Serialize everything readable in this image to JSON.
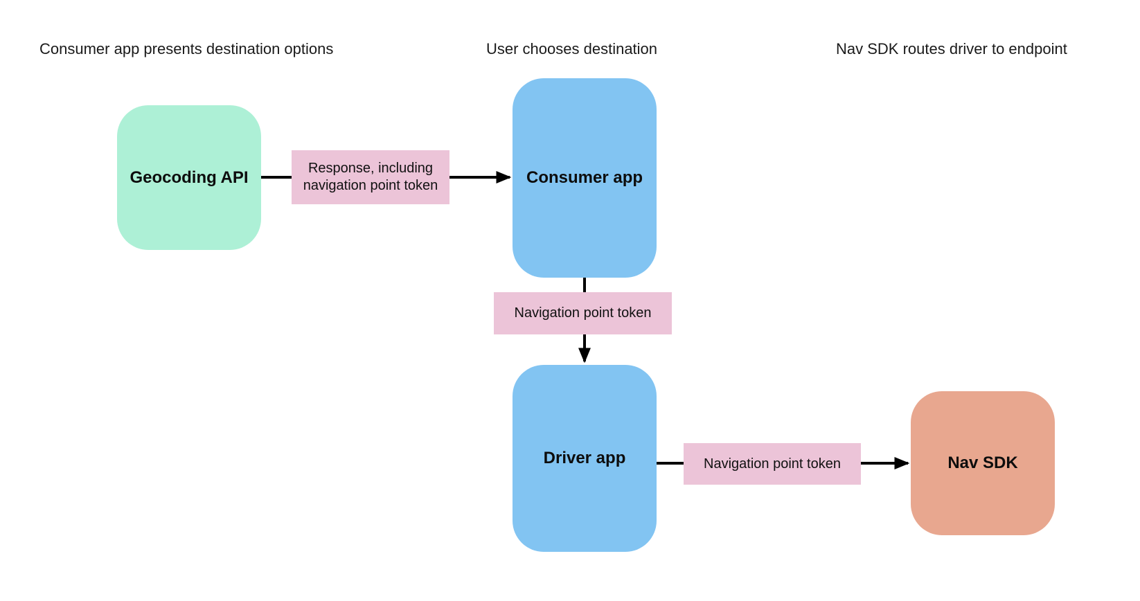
{
  "diagram": {
    "headers": [
      {
        "label": "Consumer app presents destination options"
      },
      {
        "label": "User chooses destination"
      },
      {
        "label": "Nav SDK routes driver to endpoint"
      }
    ],
    "nodes": [
      {
        "id": "geocoding-api",
        "label": "Geocoding API",
        "color": "#adf0d6"
      },
      {
        "id": "consumer-app",
        "label": "Consumer app",
        "color": "#82c4f2"
      },
      {
        "id": "driver-app",
        "label": "Driver app",
        "color": "#82c4f2"
      },
      {
        "id": "nav-sdk",
        "label": "Nav SDK",
        "color": "#e8a78f"
      }
    ],
    "edges": [
      {
        "from": "Geocoding API",
        "to": "Consumer app",
        "label": "Response, including navigation point token"
      },
      {
        "from": "Consumer app",
        "to": "Driver app",
        "label": "Navigation point token"
      },
      {
        "from": "Driver app",
        "to": "Nav SDK",
        "label": "Navigation point token"
      }
    ],
    "colors": {
      "edge_label_bg": "#ecc4d8",
      "arrow": "#000000",
      "background": "#ffffff",
      "text": "#111111"
    }
  }
}
